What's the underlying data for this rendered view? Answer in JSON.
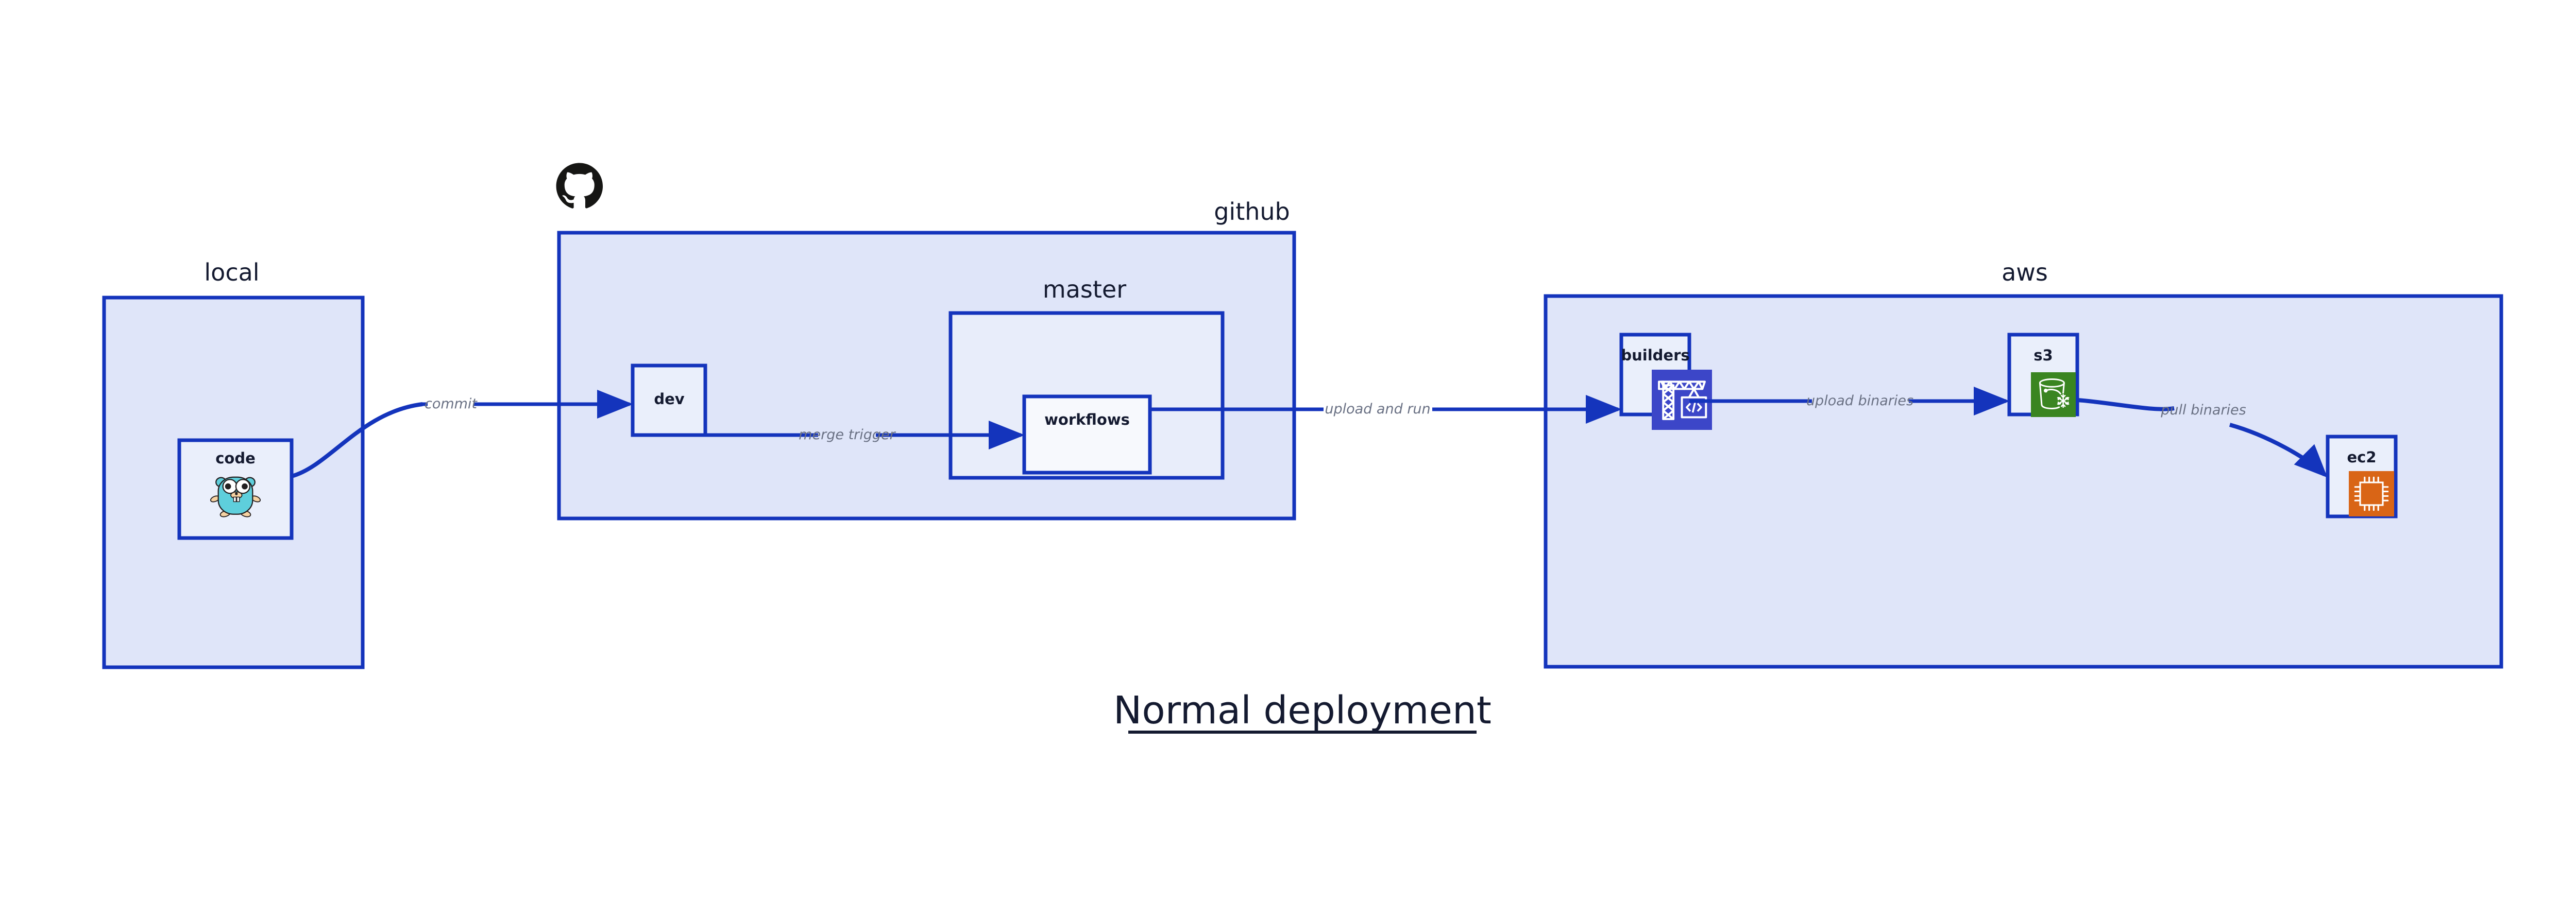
{
  "diagram": {
    "title": "Normal deployment",
    "colors": {
      "border": "#1434bc",
      "group_fill": "#dfe5f9",
      "node_fill": "#eaeffb",
      "inner_fill": "#f7f9fd",
      "edge": "#1434bc",
      "edge_label": "#6a7184",
      "text": "#141a30",
      "builders_icon_bg": "#3c46c8",
      "s3_icon_bg": "#3a8521",
      "ec2_icon_bg": "#d96516",
      "gopher_body": "#5ecfdc",
      "github_logo": "#161614"
    },
    "groups": [
      {
        "id": "local",
        "label": "local"
      },
      {
        "id": "github",
        "label": "github"
      },
      {
        "id": "master",
        "label": "master"
      },
      {
        "id": "aws",
        "label": "aws"
      }
    ],
    "nodes": [
      {
        "id": "code",
        "label": "code",
        "icon": "go-gopher-icon"
      },
      {
        "id": "dev",
        "label": "dev",
        "icon": null
      },
      {
        "id": "workflows",
        "label": "workflows",
        "icon": null
      },
      {
        "id": "builders",
        "label": "builders",
        "icon": "aws-builders-crane-icon"
      },
      {
        "id": "s3",
        "label": "s3",
        "icon": "aws-s3-glacier-bucket-icon"
      },
      {
        "id": "ec2",
        "label": "ec2",
        "icon": "aws-ec2-chip-icon"
      }
    ],
    "edges": [
      {
        "id": "commit",
        "label": "commit",
        "from": "code",
        "to": "dev"
      },
      {
        "id": "merge-trigger",
        "label": "merge trigger",
        "from": "dev",
        "to": "workflows"
      },
      {
        "id": "upload-and-run",
        "label": "upload and run",
        "from": "workflows",
        "to": "builders"
      },
      {
        "id": "upload-binaries",
        "label": "upload binaries",
        "from": "builders",
        "to": "s3"
      },
      {
        "id": "pull-binaries",
        "label": "pull binaries",
        "from": "s3",
        "to": "ec2"
      }
    ],
    "logos": [
      {
        "id": "github-logo",
        "icon": "github-octocat-icon"
      }
    ]
  }
}
